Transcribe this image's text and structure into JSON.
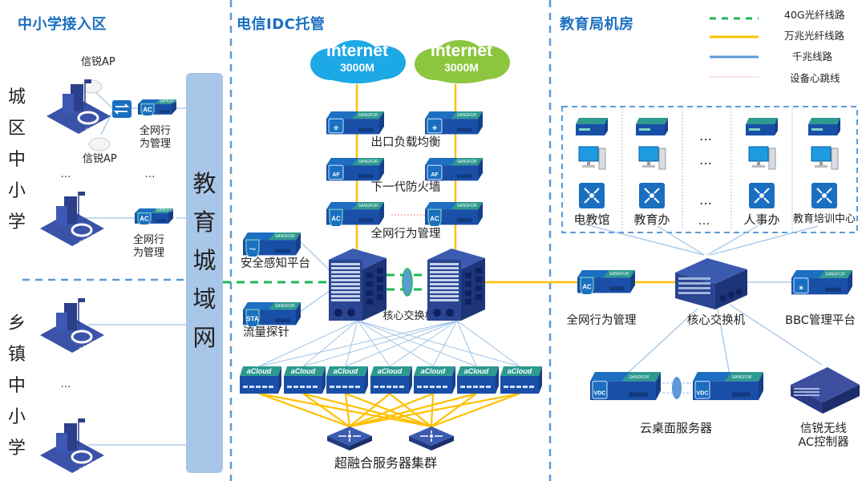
{
  "zones": {
    "school_access": "中小学接入区",
    "telecom_idc": "电信IDC托管",
    "edu_bureau_room": "教育局机房"
  },
  "legend": {
    "items": [
      {
        "label": "40G光纤线路",
        "color": "#1db954",
        "style": "dashed"
      },
      {
        "label": "万兆光纤线路",
        "color": "#ffc000",
        "style": "solid"
      },
      {
        "label": "千兆线路",
        "color": "#5b9bd5",
        "style": "solid"
      },
      {
        "label": "设备心跳线",
        "color": "#ff7f7f",
        "style": "dotted"
      }
    ]
  },
  "left": {
    "urban_schools_label": [
      "城",
      "区",
      "中",
      "小",
      "学"
    ],
    "rural_schools_label": [
      "乡",
      "镇",
      "中",
      "小",
      "学"
    ],
    "ap_top": "信锐AP",
    "ap_bottom": "信锐AP",
    "ac_top": "全网行\n为管理",
    "ac_mid": "全网行\n为管理",
    "ellipsis": "…",
    "wan_label": [
      "教",
      "育",
      "城",
      "域",
      "网"
    ]
  },
  "idc": {
    "internet": [
      {
        "name": "Internet",
        "bandwidth": "3000M",
        "color": "#1da8e6"
      },
      {
        "name": "Internet",
        "bandwidth": "3000M",
        "color": "#8cc63f"
      }
    ],
    "load_balancer_label": "出口负载均衡",
    "firewall_label": "下一代防火墙",
    "firewall_badge": "AF",
    "ac_label": "全网行为管理",
    "ac_badge": "AC",
    "sip_label": "安全感知平台",
    "sta_label": "流量探针",
    "sta_badge": "STA",
    "core_switch_label": "核心交换机",
    "acloud_badge": "aCloud",
    "acloud_count": 7,
    "hci_label": "超融合服务器集群",
    "brand": "SANGFOR"
  },
  "bureau": {
    "departments": [
      {
        "name": "电教馆"
      },
      {
        "name": "教育办"
      },
      {
        "name": "…"
      },
      {
        "name": "人事办"
      },
      {
        "name": "教育培训中心"
      }
    ],
    "ac_label": "全网行为管理",
    "core_switch_label": "核心交换机",
    "bbc_label": "BBC管理平台",
    "vdc_label": "云桌面服务器",
    "vdc_badge": "VDC",
    "wireless_ac_label": "信锐无线\nAC控制器"
  }
}
